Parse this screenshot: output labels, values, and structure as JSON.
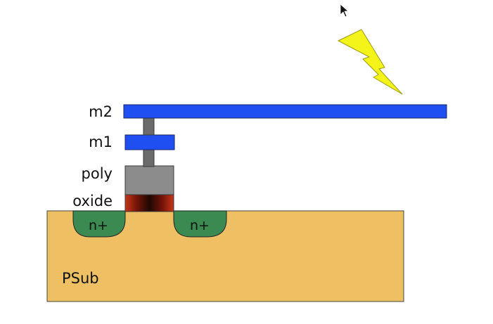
{
  "labels": {
    "m2": "m2",
    "m1": "m1",
    "poly": "poly",
    "oxide": "oxide",
    "n_plus_left": "n+",
    "n_plus_right": "n+",
    "psub": "PSub"
  },
  "icons": {
    "lightning": "lightning-bolt-icon",
    "cursor": "mouse-cursor-icon"
  },
  "colors": {
    "metal": "#1f4ff0",
    "via": "#6b6b6b",
    "poly": "#8c8c8c",
    "oxide_edge": "#c0341a",
    "oxide_core": "#1e0803",
    "substrate": "#eec063",
    "n_diffusion": "#3a8a52",
    "lightning": "#f4f41a"
  }
}
